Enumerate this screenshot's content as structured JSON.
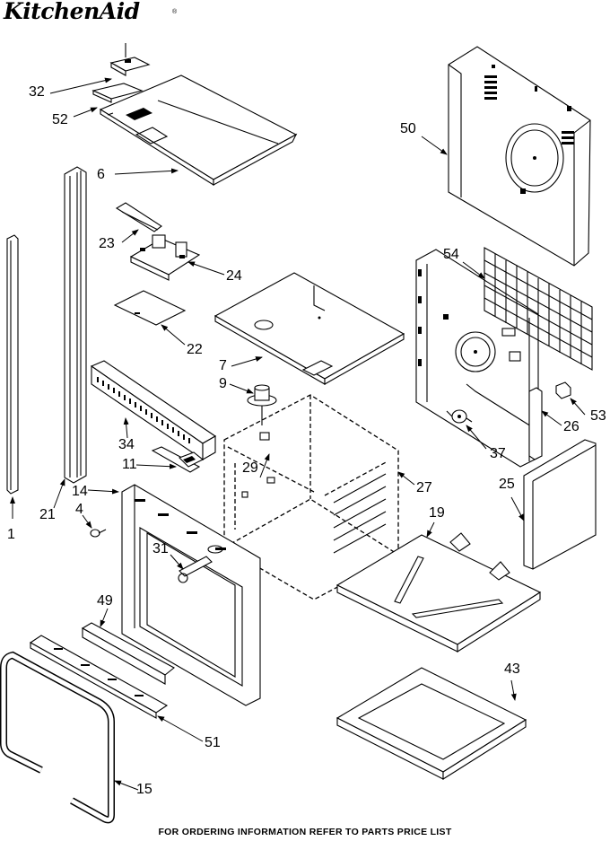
{
  "header": {
    "brand": "KitchenAid",
    "registered_mark": "®"
  },
  "footer": {
    "text": "FOR ORDERING INFORMATION REFER TO PARTS PRICE LIST"
  },
  "callouts": [
    "32",
    "52",
    "6",
    "50",
    "1",
    "21",
    "23",
    "24",
    "22",
    "7",
    "54",
    "9",
    "53",
    "26",
    "34",
    "37",
    "11",
    "29",
    "27",
    "25",
    "14",
    "4",
    "19",
    "31",
    "49",
    "43",
    "51",
    "15"
  ]
}
